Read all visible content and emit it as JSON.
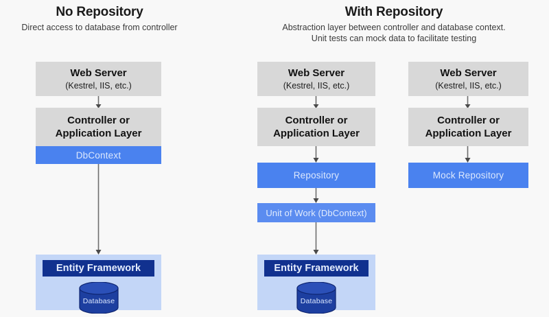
{
  "headings": {
    "left": {
      "title": "No Repository",
      "subtitle_lines": [
        "Direct access to database from controller"
      ]
    },
    "right": {
      "title": "With Repository",
      "subtitle_lines": [
        "Abstraction layer between controller and database context.",
        "Unit tests can mock data to facilitate testing"
      ]
    }
  },
  "labels": {
    "web_server": "Web Server",
    "web_server_sub": "(Kestrel, IIS, etc.)",
    "controller_line1": "Controller or",
    "controller_line2": "Application Layer",
    "dbcontext": "DbContext",
    "repository": "Repository",
    "mock_repository": "Mock Repository",
    "unit_of_work": "Unit of Work (DbContext)",
    "entity_framework": "Entity Framework",
    "database": "Database"
  },
  "colors": {
    "background": "#f8f8f8",
    "gray_box": "#d8d8d8",
    "blue_box": "#4a82ef",
    "blue_box_soft": "#5b8cf0",
    "ef_container": "#c3d6f7",
    "ef_bar": "#11318f",
    "db_cylinder": "#1d3fa0",
    "connector": "#6e6e6e",
    "title_text": "#1a1a1a"
  },
  "columns": [
    {
      "id": "no-repository",
      "nodes": [
        "web_server",
        "controller",
        "dbcontext",
        "entity_framework",
        "database"
      ]
    },
    {
      "id": "with-repository-runtime",
      "nodes": [
        "web_server",
        "controller",
        "repository",
        "unit_of_work",
        "entity_framework",
        "database"
      ]
    },
    {
      "id": "with-repository-test",
      "nodes": [
        "web_server",
        "controller",
        "mock_repository"
      ]
    }
  ]
}
